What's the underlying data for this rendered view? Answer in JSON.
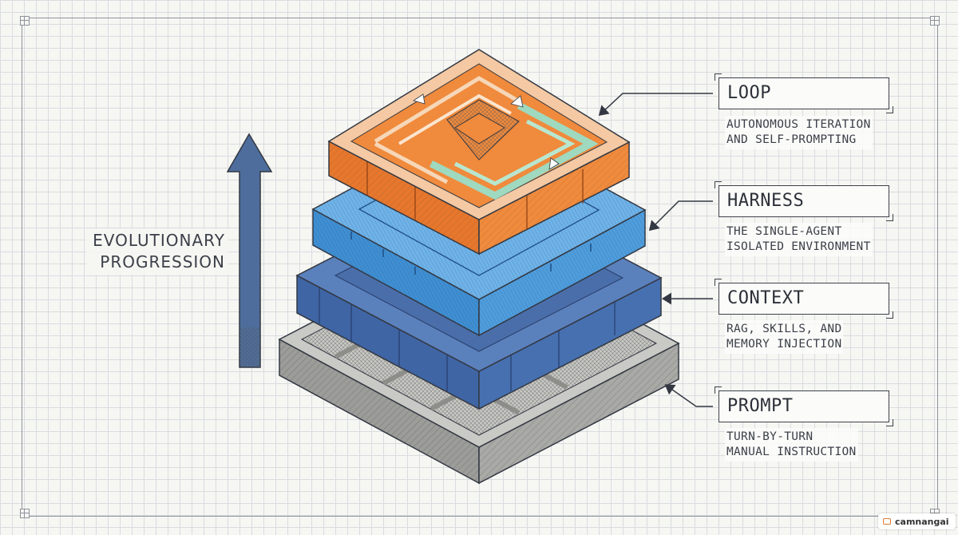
{
  "progression": {
    "line1": "EVOLUTIONARY",
    "line2": "PROGRESSION"
  },
  "layers": [
    {
      "title": "LOOP",
      "desc1": "AUTONOMOUS ITERATION",
      "desc2": "AND SELF-PROMPTING",
      "color": "#f08a3c"
    },
    {
      "title": "HARNESS",
      "desc1": "THE SINGLE-AGENT",
      "desc2": "ISOLATED ENVIRONMENT",
      "color": "#4a9ad8"
    },
    {
      "title": "CONTEXT",
      "desc1": "RAG, SKILLS, AND",
      "desc2": "MEMORY INJECTION",
      "color": "#4f74b0"
    },
    {
      "title": "PROMPT",
      "desc1": "TURN-BY-TURN",
      "desc2": "MANUAL INSTRUCTION",
      "color": "#b7b7b4"
    }
  ],
  "colors": {
    "arrow": "#4e6d9c",
    "ink": "#333842",
    "grid": "#d9dcdf"
  },
  "brand": {
    "name": "camnangai"
  }
}
